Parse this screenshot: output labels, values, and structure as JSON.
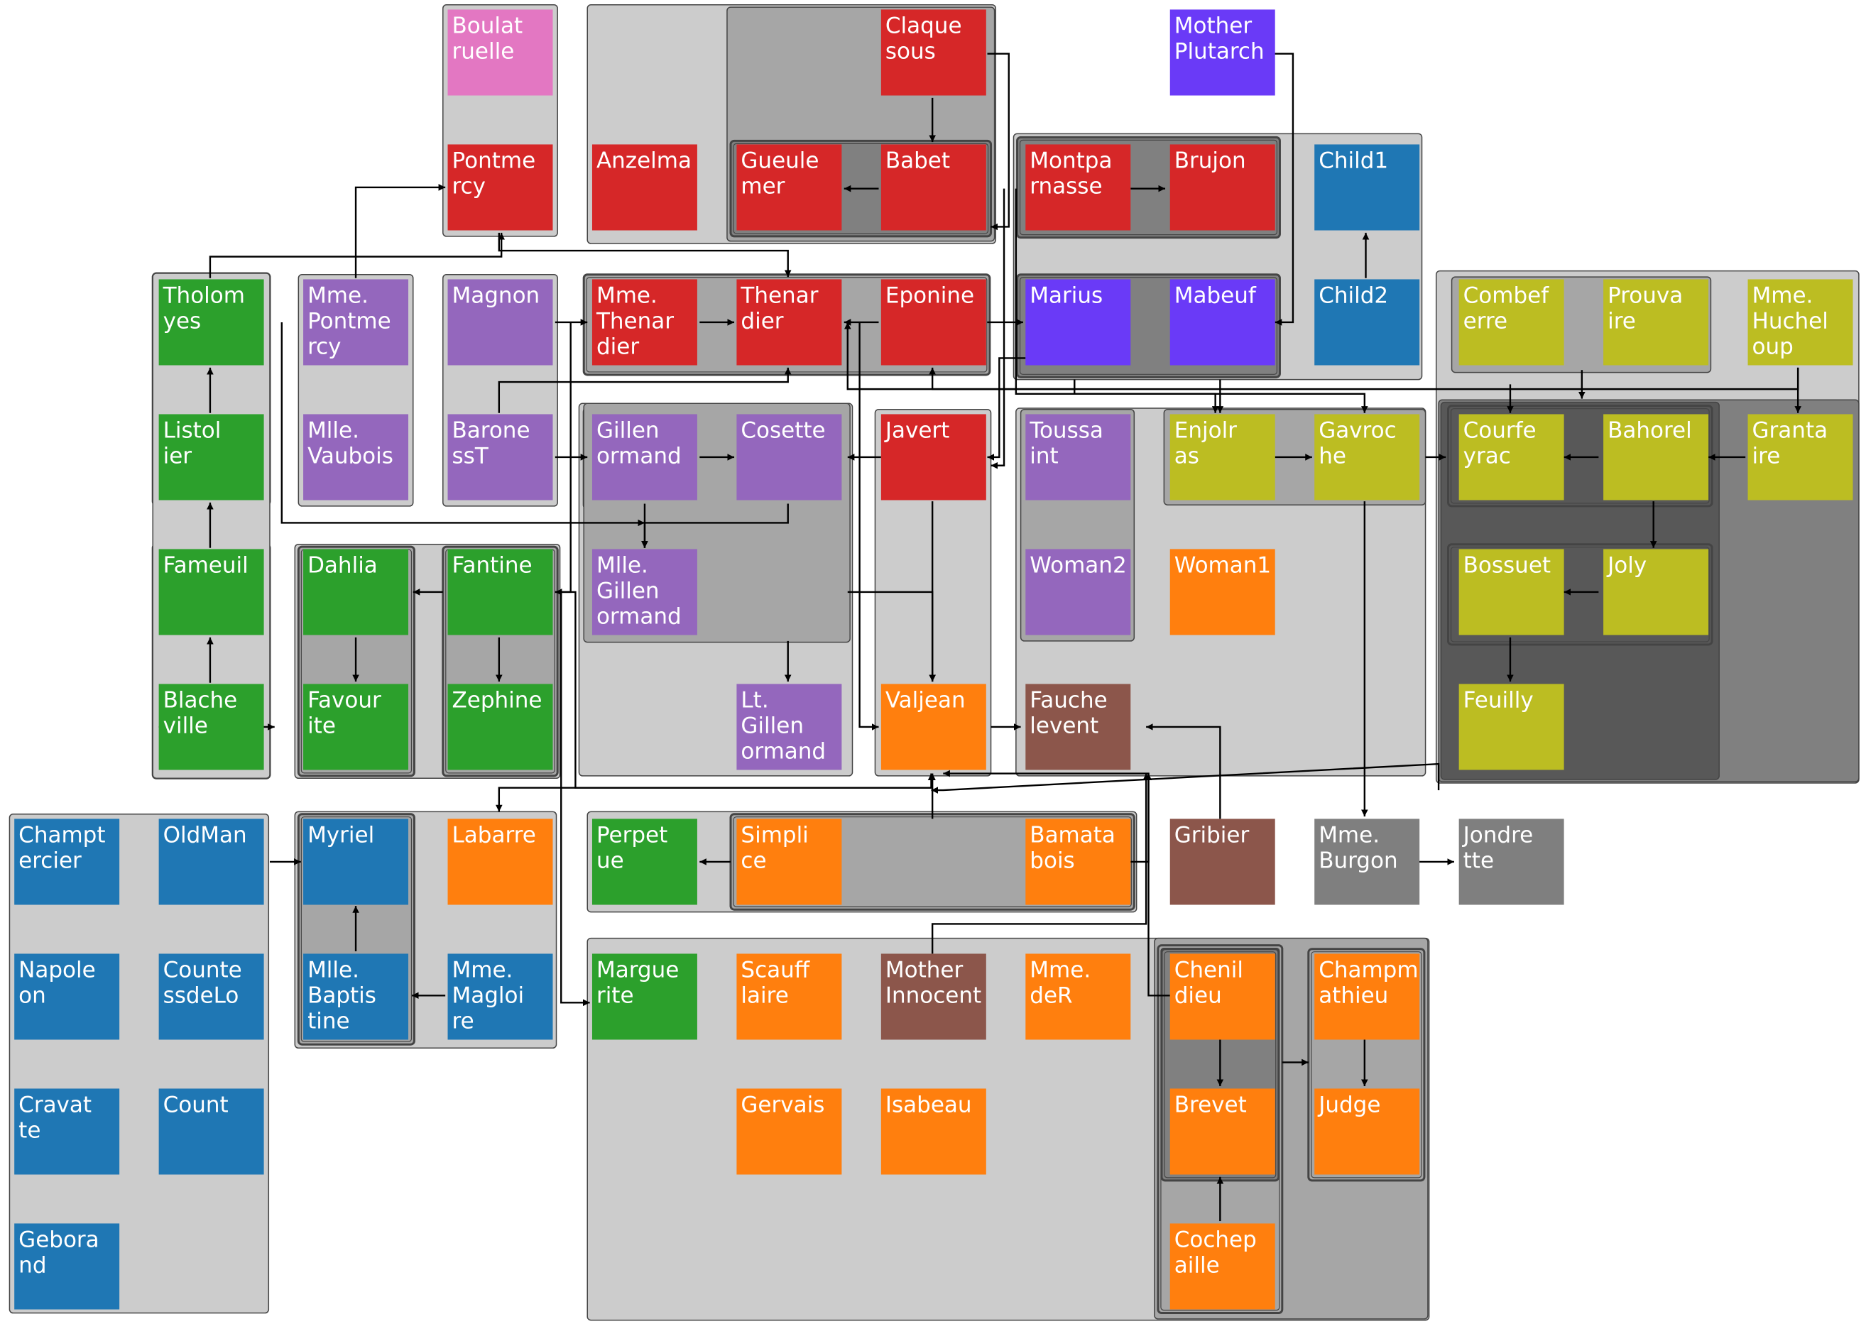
{
  "colors": {
    "red": "#d62728",
    "purple": "#9467bd",
    "green": "#2ca02c",
    "blue": "#1f77b4",
    "orange": "#ff7f0e",
    "olive": "#bcbd22",
    "brown": "#8c564b",
    "violet": "#6a3af7",
    "pink": "#e377c2",
    "gray": "#7f7f7f",
    "group_light": "#cccccc",
    "group_mid": "#a6a6a6",
    "group_dark": "#808080",
    "group_darker": "#585858",
    "group_border": "#444444",
    "edge": "#000000"
  },
  "nodes": [
    {
      "id": "Boulatruelle",
      "color": "pink",
      "label": [
        "Boulat",
        "ruelle"
      ]
    },
    {
      "id": "Pontmercy",
      "color": "red",
      "label": [
        "Pontme",
        "rcy"
      ]
    },
    {
      "id": "Anzelma",
      "color": "red",
      "label": [
        "Anzelma"
      ]
    },
    {
      "id": "Claquesous",
      "color": "red",
      "label": [
        "Claque",
        "sous"
      ]
    },
    {
      "id": "Gueulemer",
      "color": "red",
      "label": [
        "Gueule",
        "mer"
      ]
    },
    {
      "id": "Babet",
      "color": "red",
      "label": [
        "Babet"
      ]
    },
    {
      "id": "MotherPlutarch",
      "color": "violet",
      "label": [
        "Mother",
        "Plutarch"
      ]
    },
    {
      "id": "Montparnasse",
      "color": "red",
      "label": [
        "Montpa",
        "rnasse"
      ]
    },
    {
      "id": "Brujon",
      "color": "red",
      "label": [
        "Brujon"
      ]
    },
    {
      "id": "Child1",
      "color": "blue",
      "label": [
        "Child1"
      ]
    },
    {
      "id": "Tholomyes",
      "color": "green",
      "label": [
        "Tholom",
        "yes"
      ]
    },
    {
      "id": "MmePontmercy",
      "color": "purple",
      "label": [
        "Mme.",
        "Pontme",
        "rcy"
      ]
    },
    {
      "id": "Magnon",
      "color": "purple",
      "label": [
        "Magnon"
      ]
    },
    {
      "id": "MmeThenardier",
      "color": "red",
      "label": [
        "Mme.",
        "Thenar",
        "dier"
      ]
    },
    {
      "id": "Thenardier",
      "color": "red",
      "label": [
        "Thenar",
        "dier"
      ]
    },
    {
      "id": "Eponine",
      "color": "red",
      "label": [
        "Eponine"
      ]
    },
    {
      "id": "Marius",
      "color": "violet",
      "label": [
        "Marius"
      ]
    },
    {
      "id": "Mabeuf",
      "color": "violet",
      "label": [
        "Mabeuf"
      ]
    },
    {
      "id": "Child2",
      "color": "blue",
      "label": [
        "Child2"
      ]
    },
    {
      "id": "Combeferre",
      "color": "olive",
      "label": [
        "Combef",
        "erre"
      ]
    },
    {
      "id": "Prouvaire",
      "color": "olive",
      "label": [
        "Prouva",
        "ire"
      ]
    },
    {
      "id": "MmeHucheloup",
      "color": "olive",
      "label": [
        "Mme.",
        "Huchel",
        "oup"
      ]
    },
    {
      "id": "Listolier",
      "color": "green",
      "label": [
        "Listol",
        "ier"
      ]
    },
    {
      "id": "MlleVaubois",
      "color": "purple",
      "label": [
        "Mlle.",
        "Vaubois"
      ]
    },
    {
      "id": "BaronessT",
      "color": "purple",
      "label": [
        "Barone",
        "ssT"
      ]
    },
    {
      "id": "Gillenormand",
      "color": "purple",
      "label": [
        "Gillen",
        "ormand"
      ]
    },
    {
      "id": "Cosette",
      "color": "purple",
      "label": [
        "Cosette"
      ]
    },
    {
      "id": "Javert",
      "color": "red",
      "label": [
        "Javert"
      ]
    },
    {
      "id": "Toussaint",
      "color": "purple",
      "label": [
        "Toussa",
        "int"
      ]
    },
    {
      "id": "Enjolras",
      "color": "olive",
      "label": [
        "Enjolr",
        "as"
      ]
    },
    {
      "id": "Gavroche",
      "color": "olive",
      "label": [
        "Gavroc",
        "he"
      ]
    },
    {
      "id": "Courfeyrac",
      "color": "olive",
      "label": [
        "Courfe",
        "yrac"
      ]
    },
    {
      "id": "Bahorel",
      "color": "olive",
      "label": [
        "Bahorel"
      ]
    },
    {
      "id": "Grantaire",
      "color": "olive",
      "label": [
        "Granta",
        "ire"
      ]
    },
    {
      "id": "Fameuil",
      "color": "green",
      "label": [
        "Fameuil"
      ]
    },
    {
      "id": "Dahlia",
      "color": "green",
      "label": [
        "Dahlia"
      ]
    },
    {
      "id": "Fantine",
      "color": "green",
      "label": [
        "Fantine"
      ]
    },
    {
      "id": "MlleGillenormand",
      "color": "purple",
      "label": [
        "Mlle.",
        "Gillen",
        "ormand"
      ]
    },
    {
      "id": "Woman2",
      "color": "purple",
      "label": [
        "Woman2"
      ]
    },
    {
      "id": "Woman1",
      "color": "orange",
      "label": [
        "Woman1"
      ]
    },
    {
      "id": "Bossuet",
      "color": "olive",
      "label": [
        "Bossuet"
      ]
    },
    {
      "id": "Joly",
      "color": "olive",
      "label": [
        "Joly"
      ]
    },
    {
      "id": "Blacheville",
      "color": "green",
      "label": [
        "Blache",
        "ville"
      ]
    },
    {
      "id": "Favourite",
      "color": "green",
      "label": [
        "Favour",
        "ite"
      ]
    },
    {
      "id": "Zephine",
      "color": "green",
      "label": [
        "Zephine"
      ]
    },
    {
      "id": "LtGillenormand",
      "color": "purple",
      "label": [
        "Lt.",
        "Gillen",
        "ormand"
      ]
    },
    {
      "id": "Valjean",
      "color": "orange",
      "label": [
        "Valjean"
      ]
    },
    {
      "id": "Fauchelevent",
      "color": "brown",
      "label": [
        "Fauche",
        "levent"
      ]
    },
    {
      "id": "Feuilly",
      "color": "olive",
      "label": [
        "Feuilly"
      ]
    },
    {
      "id": "Champtercier",
      "color": "blue",
      "label": [
        "Champt",
        "ercier"
      ]
    },
    {
      "id": "OldMan",
      "color": "blue",
      "label": [
        "OldMan"
      ]
    },
    {
      "id": "Myriel",
      "color": "blue",
      "label": [
        "Myriel"
      ]
    },
    {
      "id": "Labarre",
      "color": "orange",
      "label": [
        "Labarre"
      ]
    },
    {
      "id": "Perpetue",
      "color": "green",
      "label": [
        "Perpet",
        "ue"
      ]
    },
    {
      "id": "Simplice",
      "color": "orange",
      "label": [
        "Simpli",
        "ce"
      ]
    },
    {
      "id": "Bamatabois",
      "color": "orange",
      "label": [
        "Bamata",
        "bois"
      ]
    },
    {
      "id": "Gribier",
      "color": "brown",
      "label": [
        "Gribier"
      ]
    },
    {
      "id": "MmeBurgon",
      "color": "gray",
      "label": [
        "Mme.",
        "Burgon"
      ]
    },
    {
      "id": "Jondrette",
      "color": "gray",
      "label": [
        "Jondre",
        "tte"
      ]
    },
    {
      "id": "Napoleon",
      "color": "blue",
      "label": [
        "Napole",
        "on"
      ]
    },
    {
      "id": "CountessdeLo",
      "color": "blue",
      "label": [
        "Counte",
        "ssdeLo"
      ]
    },
    {
      "id": "MlleBaptistine",
      "color": "blue",
      "label": [
        "Mlle.",
        "Baptis",
        "tine"
      ]
    },
    {
      "id": "MmeMagloire",
      "color": "blue",
      "label": [
        "Mme.",
        "Magloi",
        "re"
      ]
    },
    {
      "id": "Marguerite",
      "color": "green",
      "label": [
        "Margue",
        "rite"
      ]
    },
    {
      "id": "Scaufflaire",
      "color": "orange",
      "label": [
        "Scauff",
        "laire"
      ]
    },
    {
      "id": "MotherInnocent",
      "color": "brown",
      "label": [
        "Mother",
        "Innocent"
      ]
    },
    {
      "id": "MmedeR",
      "color": "orange",
      "label": [
        "Mme.",
        "deR"
      ]
    },
    {
      "id": "Chenildieu",
      "color": "orange",
      "label": [
        "Chenil",
        "dieu"
      ]
    },
    {
      "id": "Champmathieu",
      "color": "orange",
      "label": [
        "Champm",
        "athieu"
      ]
    },
    {
      "id": "Cravatte",
      "color": "blue",
      "label": [
        "Cravat",
        "te"
      ]
    },
    {
      "id": "Count",
      "color": "blue",
      "label": [
        "Count"
      ]
    },
    {
      "id": "Gervais",
      "color": "orange",
      "label": [
        "Gervais"
      ]
    },
    {
      "id": "Isabeau",
      "color": "orange",
      "label": [
        "Isabeau"
      ]
    },
    {
      "id": "Brevet",
      "color": "orange",
      "label": [
        "Brevet"
      ]
    },
    {
      "id": "Judge",
      "color": "orange",
      "label": [
        "Judge"
      ]
    },
    {
      "id": "Geborand",
      "color": "blue",
      "label": [
        "Gebora",
        "nd"
      ]
    },
    {
      "id": "Cochepaille",
      "color": "orange",
      "label": [
        "Cochep",
        "aille"
      ]
    }
  ]
}
